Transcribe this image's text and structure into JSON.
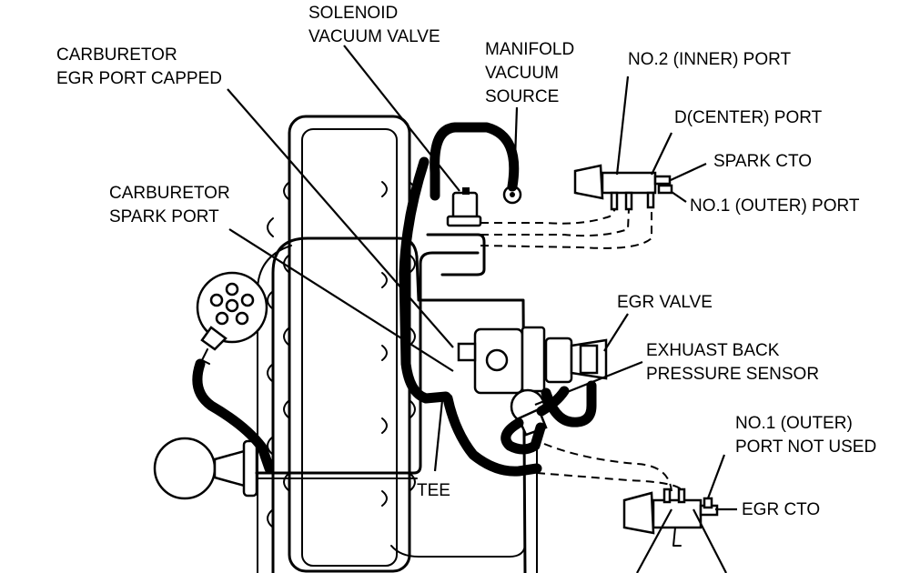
{
  "labels": {
    "solenoid_valve": [
      "SOLENOID",
      "VACUUM VALVE"
    ],
    "carb_egr_port": [
      "CARBURETOR",
      "EGR PORT CAPPED"
    ],
    "manifold_source": [
      "MANIFOLD",
      "VACUUM",
      "SOURCE"
    ],
    "no2_inner_port": "NO.2 (INNER) PORT",
    "d_center_port": "D(CENTER) PORT",
    "spark_cto": "SPARK CTO",
    "no1_outer_port": "NO.1 (OUTER) PORT",
    "carb_spark_port": [
      "CARBURETOR",
      "SPARK PORT"
    ],
    "egr_valve": "EGR VALVE",
    "exhaust_sensor": [
      "EXHUAST BACK",
      "PRESSURE SENSOR"
    ],
    "no1_outer_not_used": [
      "NO.1 (OUTER)",
      "PORT NOT USED"
    ],
    "egr_cto": "EGR CTO",
    "tee": "TEE"
  }
}
